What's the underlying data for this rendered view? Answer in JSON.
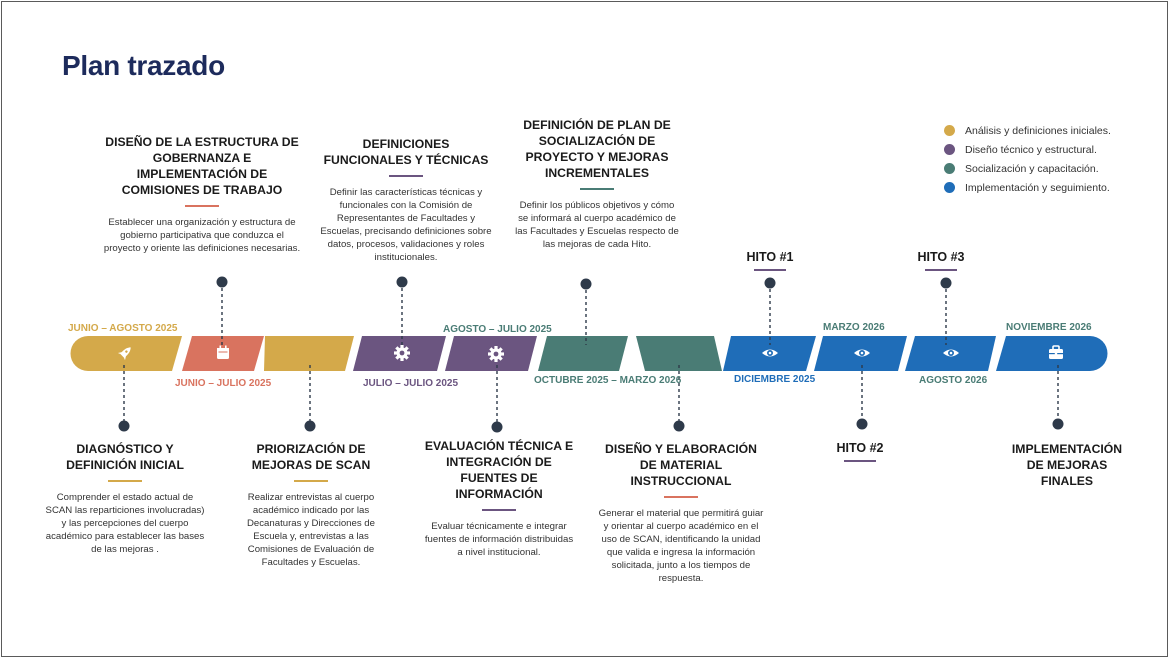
{
  "title": "Plan trazado",
  "colors": {
    "analysis": "#d4a94a",
    "design": "#6b5580",
    "socialization": "#4a7c75",
    "implementation": "#1f6db8",
    "jun_jul": "#d9735f",
    "title": "#1d2b5c",
    "dot": "#2e3a4a"
  },
  "legend": [
    {
      "label": "Análisis y definiciones iniciales.",
      "color": "#d4a94a"
    },
    {
      "label": "Diseño técnico y estructural.",
      "color": "#6b5580"
    },
    {
      "label": "Socialización y capacitación.",
      "color": "#4a7c75"
    },
    {
      "label": "Implementación y seguimiento.",
      "color": "#1f6db8"
    }
  ],
  "dates": {
    "jun_ago": "JUNIO – AGOSTO 2025",
    "jun_jul": "JUNIO – JULIO 2025",
    "jul_jul": "JULIO – JULIO 2025",
    "ago_jul": "AGOSTO – JULIO 2025",
    "oct_mar": "OCTUBRE 2025 – MARZO 2026",
    "dic": "DICIEMBRE 2025",
    "mar": "MARZO 2026",
    "ago": "AGOSTO 2026",
    "nov": "NOVIEMBRE 2026"
  },
  "blocks": {
    "gobernanza": {
      "heading": "DISEÑO DE LA ESTRUCTURA DE GOBERNANZA E IMPLEMENTACIÓN DE COMISIONES DE TRABAJO",
      "desc": "Establecer una organización y estructura de gobierno participativa que conduzca el proyecto y oriente las definiciones necesarias."
    },
    "funcionales": {
      "heading": "DEFINICIONES FUNCIONALES Y TÉCNICAS",
      "desc": "Definir las características técnicas y funcionales con la Comisión de Representantes de Facultades y Escuelas, precisando definiciones sobre datos, procesos, validaciones y roles institucionales."
    },
    "socializacion": {
      "heading": "DEFINICIÓN DE PLAN DE SOCIALIZACIÓN DE PROYECTO Y MEJORAS INCREMENTALES",
      "desc": "Definir los públicos objetivos y cómo se informará al cuerpo académico de las Facultades y Escuelas respecto de las mejoras de cada Hito."
    },
    "diagnostico": {
      "heading": "DIAGNÓSTICO Y DEFINICIÓN INICIAL",
      "desc": "Comprender el estado actual de SCAN las reparticiones involucradas) y las percepciones del cuerpo académico para establecer las bases de las mejoras ."
    },
    "priorizacion": {
      "heading": "PRIORIZACIÓN DE MEJORAS DE SCAN",
      "desc": "Realizar entrevistas al cuerpo académico indicado por las Decanaturas y Direcciones de Escuela y, entrevistas a las Comisiones de Evaluación de Facultades y Escuelas."
    },
    "evaluacion": {
      "heading": "EVALUACIÓN TÉCNICA E INTEGRACIÓN DE FUENTES DE INFORMACIÓN",
      "desc": "Evaluar técnicamente e integrar fuentes de información distribuidas a nivel institucional."
    },
    "material": {
      "heading": "DISEÑO Y ELABORACIÓN DE MATERIAL INSTRUCCIONAL",
      "desc": "Generar el material que permitirá guiar y orientar al cuerpo académico en el uso de SCAN, identificando la unidad que valida e ingresa la información solicitada, junto a los tiempos de respuesta."
    },
    "implementacion": {
      "heading": "IMPLEMENTACIÓN DE MEJORAS FINALES",
      "desc": ""
    }
  },
  "hitos": {
    "h1": "HITO #1",
    "h2": "HITO #2",
    "h3": "HITO #3"
  },
  "icons": [
    "rocket-icon",
    "calendar-icon",
    "gear-icon",
    "gear-icon",
    "eye-icon",
    "eye-icon",
    "eye-icon",
    "briefcase-icon"
  ]
}
